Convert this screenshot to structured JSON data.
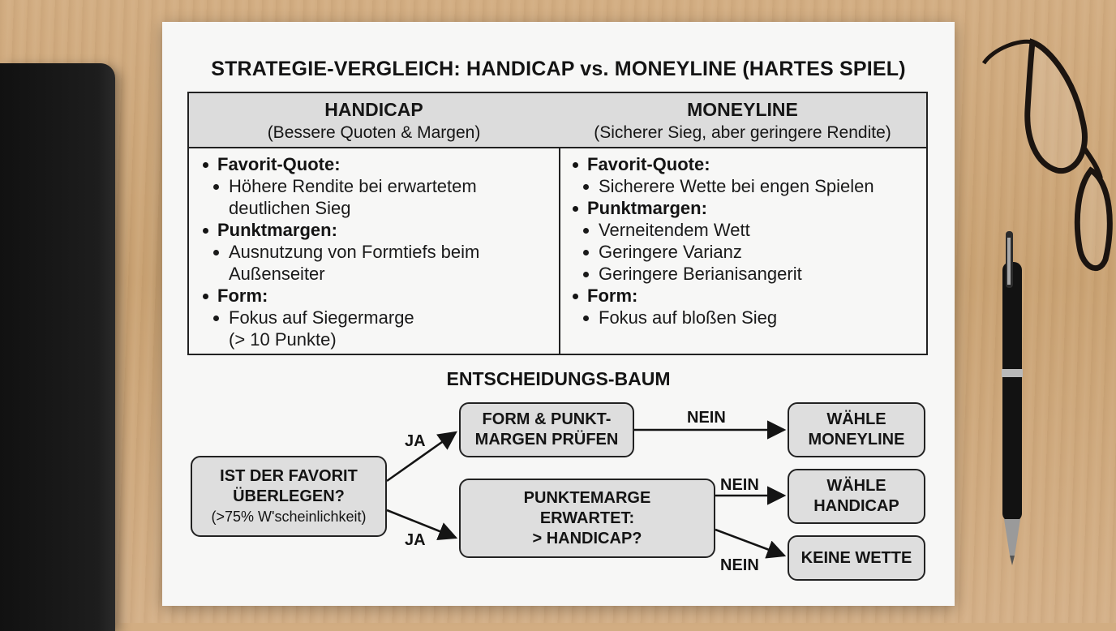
{
  "title": "STRATEGIE-VERGLEICH: HANDICAP vs. MONEYLINE (HARTES SPIEL)",
  "comparison": {
    "handicap": {
      "title": "HANDICAP",
      "subtitle": "(Bessere Quoten & Margen)",
      "sections": [
        {
          "title": "Favorit-Quote:",
          "points": [
            [
              "Höhere Rendite bei erwartetem",
              "deutlichen Sieg"
            ]
          ]
        },
        {
          "title": "Punktmargen:",
          "points": [
            [
              "Ausnutzung von Formtiefs beim",
              "Außenseiter"
            ]
          ]
        },
        {
          "title": "Form:",
          "points": [
            [
              "Fokus auf Siegermarge",
              "(> 10 Punkte)"
            ]
          ]
        }
      ]
    },
    "moneyline": {
      "title": "MONEYLINE",
      "subtitle": "(Sicherer Sieg, aber geringere Rendite)",
      "sections": [
        {
          "title": "Favorit-Quote:",
          "points": [
            [
              "Sicherere Wette bei engen Spielen"
            ]
          ]
        },
        {
          "title": "Punktmargen:",
          "points": [
            [
              "Verneitendem Wett"
            ],
            [
              "Geringere Varianz"
            ],
            [
              "Geringere Berianisangerit"
            ]
          ]
        },
        {
          "title": "Form:",
          "points": [
            [
              "Fokus auf bloßen Sieg"
            ]
          ]
        }
      ]
    }
  },
  "decision_tree": {
    "title": "ENTSCHEIDUNGS-BAUM",
    "nodes": {
      "start": {
        "line1": "IST DER FAVORIT",
        "line2": "ÜBERLEGEN?",
        "line3": "(>75% W'scheinlichkeit)"
      },
      "check_form": {
        "line1": "FORM & PUNKT-",
        "line2": "MARGEN PRÜFEN"
      },
      "margin_expected": {
        "line1": "PUNKTEMARGE",
        "line2": "ERWARTET:",
        "line3": "> HANDICAP?"
      },
      "choose_moneyline": {
        "line1": "WÄHLE",
        "line2": "MONEYLINE"
      },
      "choose_handicap": {
        "line1": "WÄHLE",
        "line2": "HANDICAP"
      },
      "no_bet": {
        "line1": "KEINE WETTE"
      }
    },
    "edge_labels": {
      "start_to_check": "JA",
      "start_to_margin": "JA",
      "check_to_moneyline": "NEIN",
      "margin_to_handicap": "NEIN",
      "margin_to_nobet": "NEIN"
    }
  }
}
